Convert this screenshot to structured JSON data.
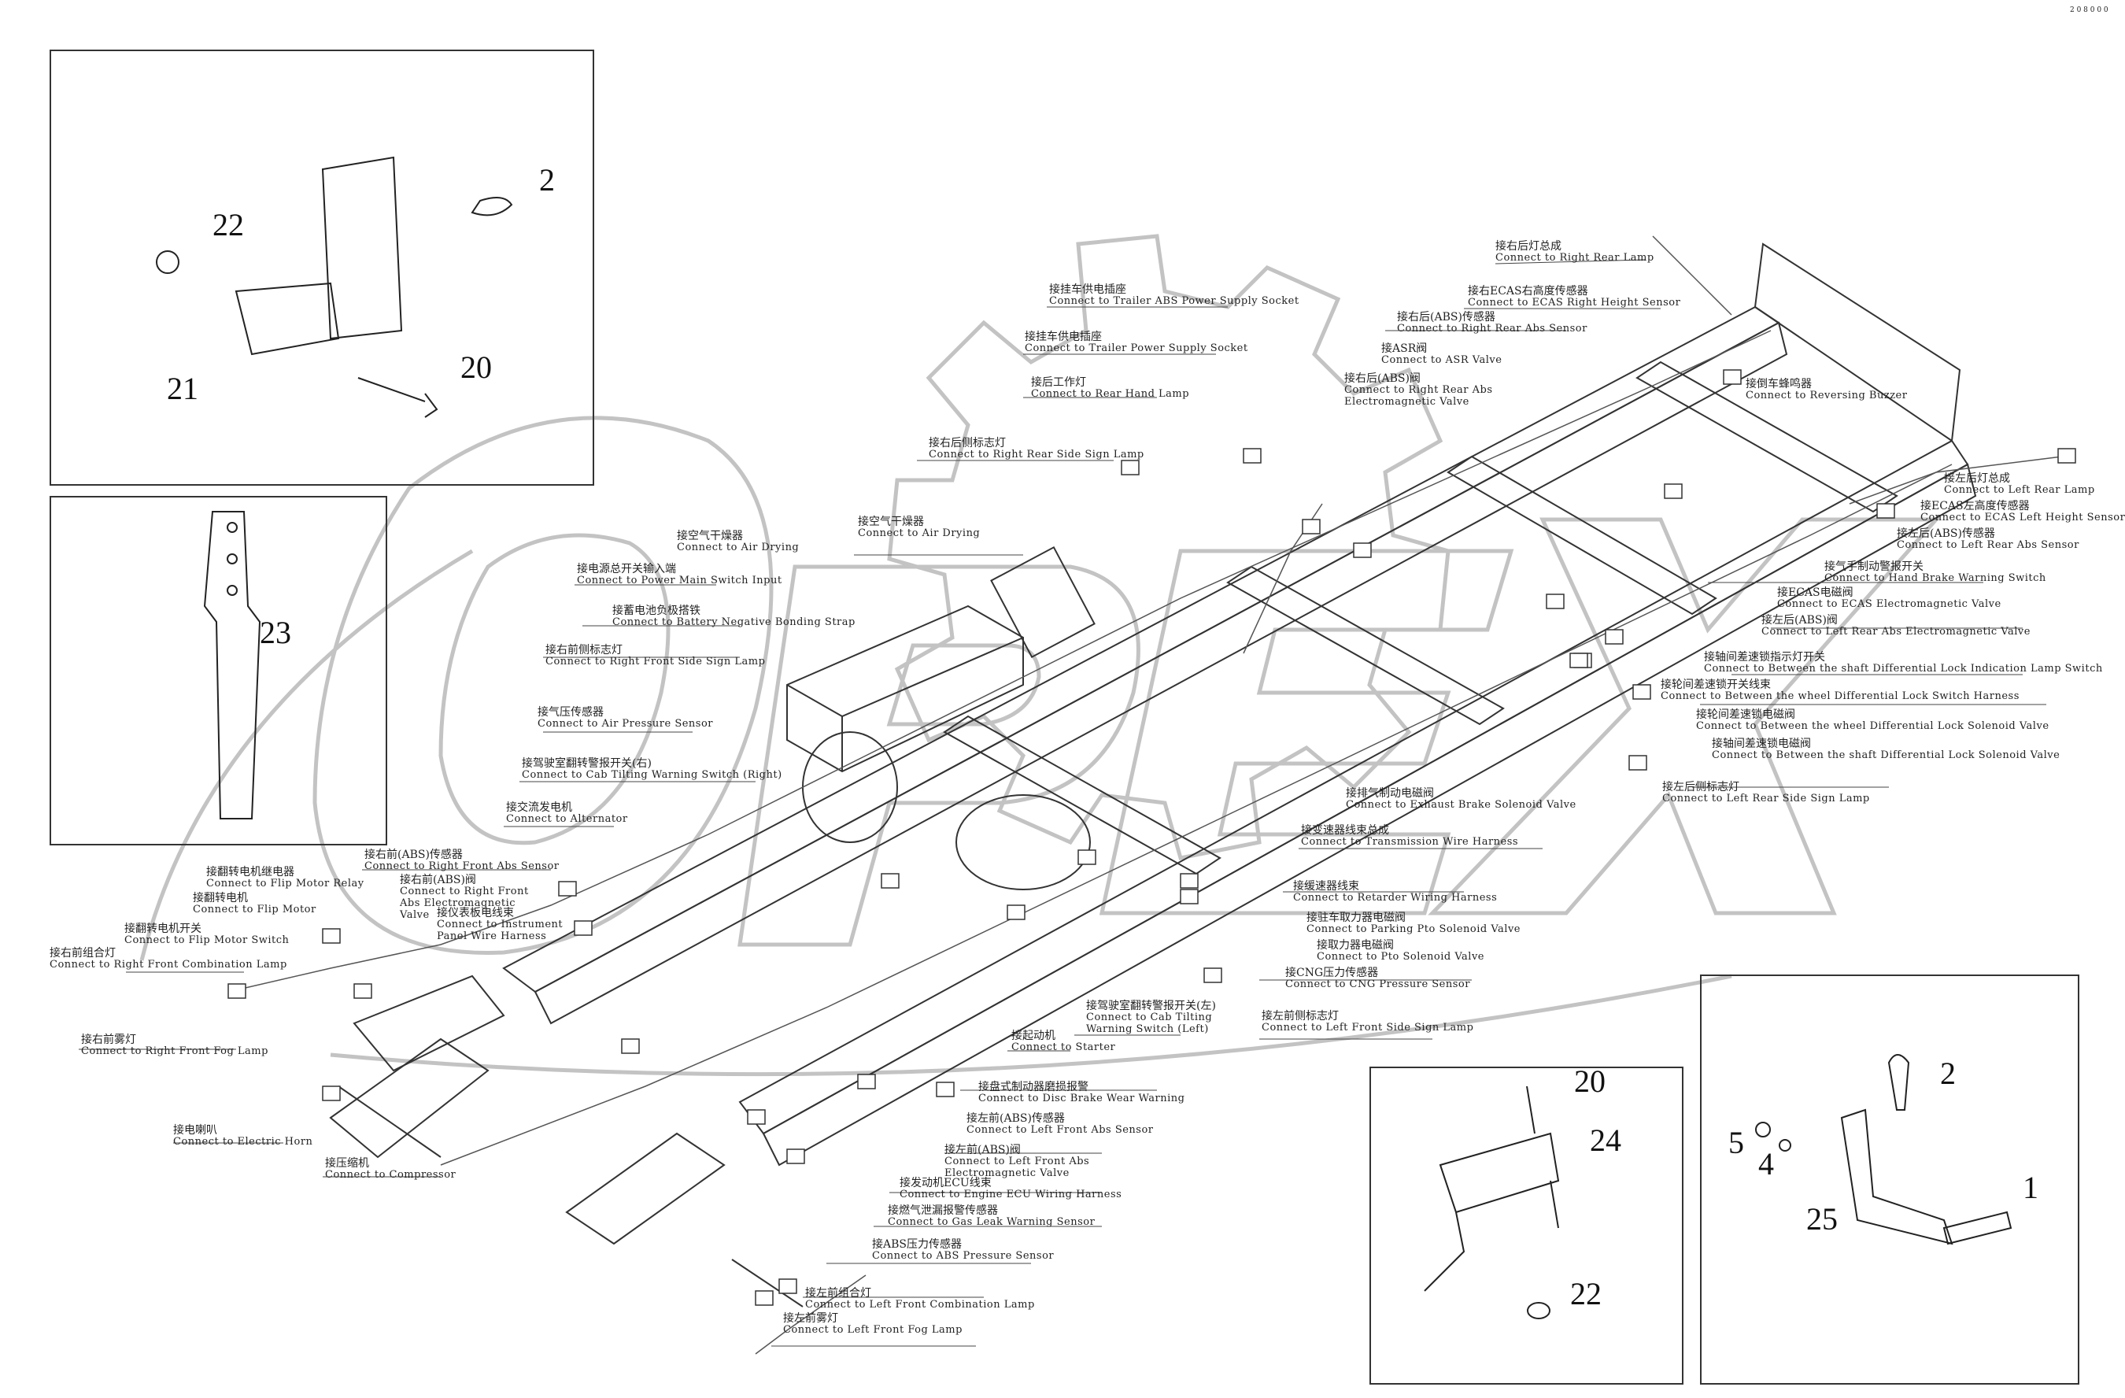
{
  "corner_mark": "2 0 8 0 0 0",
  "insets": [
    {
      "name": "bracket-inset-top-left",
      "parts": [
        "2",
        "22",
        "21",
        "20"
      ]
    },
    {
      "name": "strap-inset-left",
      "parts": [
        "23"
      ]
    },
    {
      "name": "bracket-inset-bottom-center",
      "parts": [
        "20",
        "24",
        "22"
      ]
    },
    {
      "name": "clip-inset-bottom-right",
      "parts": [
        "2",
        "5",
        "4",
        "25",
        "1"
      ]
    }
  ],
  "callouts": [
    {
      "zh": "接右后灯总成",
      "en": "Connect to Right Rear Lamp"
    },
    {
      "zh": "接右ECAS右高度传感器",
      "en": "Connect to ECAS Right Height Sensor"
    },
    {
      "zh": "接右后(ABS)传感器",
      "en": "Connect to Right Rear Abs Sensor"
    },
    {
      "zh": "接挂车供电插座",
      "en": "Connect to Trailer ABS Power Supply Socket"
    },
    {
      "zh": "接挂车供电插座",
      "en": "Connect to Trailer Power Supply Socket"
    },
    {
      "zh": "接ASR阀",
      "en": "Connect to ASR Valve"
    },
    {
      "zh": "接右后(ABS)阀",
      "en": "Connect to Right Rear Abs Electromagnetic Valve"
    },
    {
      "zh": "接倒车蜂鸣器",
      "en": "Connect to Reversing Buzzer"
    },
    {
      "zh": "接后工作灯",
      "en": "Connect to Rear Hand Lamp"
    },
    {
      "zh": "接右后侧标志灯",
      "en": "Connect to Right Rear Side Sign Lamp"
    },
    {
      "zh": "接左后灯总成",
      "en": "Connect to Left Rear Lamp"
    },
    {
      "zh": "接ECAS左高度传感器",
      "en": "Connect to ECAS Left Height Sensor"
    },
    {
      "zh": "接左后(ABS)传感器",
      "en": "Connect to Left Rear Abs Sensor"
    },
    {
      "zh": "接空气干燥器",
      "en": "Connect to Air Drying"
    },
    {
      "zh": "接空气干燥器",
      "en": "Connect to Air Drying"
    },
    {
      "zh": "接电源总开关输入端",
      "en": "Connect to Power Main Switch Input"
    },
    {
      "zh": "接气手制动警报开关",
      "en": "Connect to Hand Brake Warning Switch"
    },
    {
      "zh": "接ECAS电磁阀",
      "en": "Connect to ECAS Electromagnetic Valve"
    },
    {
      "zh": "接蓄电池负极搭铁",
      "en": "Connect to Battery Negative Bonding Strap"
    },
    {
      "zh": "接左后(ABS)阀",
      "en": "Connect to Left Rear Abs Electromagnetic Valve"
    },
    {
      "zh": "接右前侧标志灯",
      "en": "Connect to Right Front Side Sign Lamp"
    },
    {
      "zh": "接轴间差速锁指示灯开关",
      "en": "Connect to Between the shaft Differential Lock Indication Lamp Switch"
    },
    {
      "zh": "接轮间差速锁开关线束",
      "en": "Connect to Between the wheel Differential Lock Switch Harness"
    },
    {
      "zh": "接气压传感器",
      "en": "Connect to Air Pressure Sensor"
    },
    {
      "zh": "接轮间差速锁电磁阀",
      "en": "Connect to Between the wheel Differential Lock Solenoid Valve"
    },
    {
      "zh": "接轴间差速锁电磁阀",
      "en": "Connect to Between the shaft Differential Lock Solenoid Valve"
    },
    {
      "zh": "接驾驶室翻转警报开关(右)",
      "en": "Connect to Cab Tilting Warning Switch (Right)"
    },
    {
      "zh": "接左后侧标志灯",
      "en": "Connect to Left Rear Side Sign Lamp"
    },
    {
      "zh": "接交流发电机",
      "en": "Connect to Alternator"
    },
    {
      "zh": "接排气制动电磁阀",
      "en": "Connect to Exhaust Brake Solenoid Valve"
    },
    {
      "zh": "接变速器线束总成",
      "en": "Connect to Transmission Wire Harness"
    },
    {
      "zh": "接右前(ABS)传感器",
      "en": "Connect to Right Front Abs Sensor"
    },
    {
      "zh": "接翻转电机继电器",
      "en": "Connect to Flip Motor Relay"
    },
    {
      "zh": "接右前(ABS)阀",
      "en": "Connect to Right Front Abs Electromagnetic Valve"
    },
    {
      "zh": "接翻转电机",
      "en": "Connect to Flip Motor"
    },
    {
      "zh": "接仪表板电线束",
      "en": "Connect to Instrument Panel Wire Harness"
    },
    {
      "zh": "接翻转电机开关",
      "en": "Connect to Flip Motor Switch"
    },
    {
      "zh": "接右前组合灯",
      "en": "Connect to Right Front Combination Lamp"
    },
    {
      "zh": "接缓速器线束",
      "en": "Connect to Retarder Wiring Harness"
    },
    {
      "zh": "接驻车取力器电磁阀",
      "en": "Connect to Parking Pto Solenoid Valve"
    },
    {
      "zh": "接取力器电磁阀",
      "en": "Connect to Pto Solenoid Valve"
    },
    {
      "zh": "接CNG压力传感器",
      "en": "Connect to CNG Pressure Sensor"
    },
    {
      "zh": "接驾驶室翻转警报开关(左)",
      "en": "Connect to Cab Tilting Warning Switch (Left)"
    },
    {
      "zh": "接左前侧标志灯",
      "en": "Connect to Left Front Side Sign Lamp"
    },
    {
      "zh": "接右前雾灯",
      "en": "Connect to Right Front Fog Lamp"
    },
    {
      "zh": "接起动机",
      "en": "Connect to Starter"
    },
    {
      "zh": "接盘式制动器磨损报警",
      "en": "Connect to Disc Brake Wear Warning"
    },
    {
      "zh": "接左前(ABS)传感器",
      "en": "Connect to Left Front Abs Sensor"
    },
    {
      "zh": "接电喇叭",
      "en": "Connect to Electric Horn"
    },
    {
      "zh": "接左前(ABS)阀",
      "en": "Connect to Left Front Abs Electromagnetic Valve"
    },
    {
      "zh": "接压缩机",
      "en": "Connect to Compressor"
    },
    {
      "zh": "接发动机ECU线束",
      "en": "Connect to Engine ECU Wiring Harness"
    },
    {
      "zh": "接燃气泄漏报警传感器",
      "en": "Connect to Gas Leak Warning Sensor"
    },
    {
      "zh": "接ABS压力传感器",
      "en": "Connect to ABS Pressure Sensor"
    },
    {
      "zh": "接左前组合灯",
      "en": "Connect to Left Front Combination Lamp"
    },
    {
      "zh": "接左前雾灯",
      "en": "Connect to Left Front Fog Lamp"
    }
  ]
}
